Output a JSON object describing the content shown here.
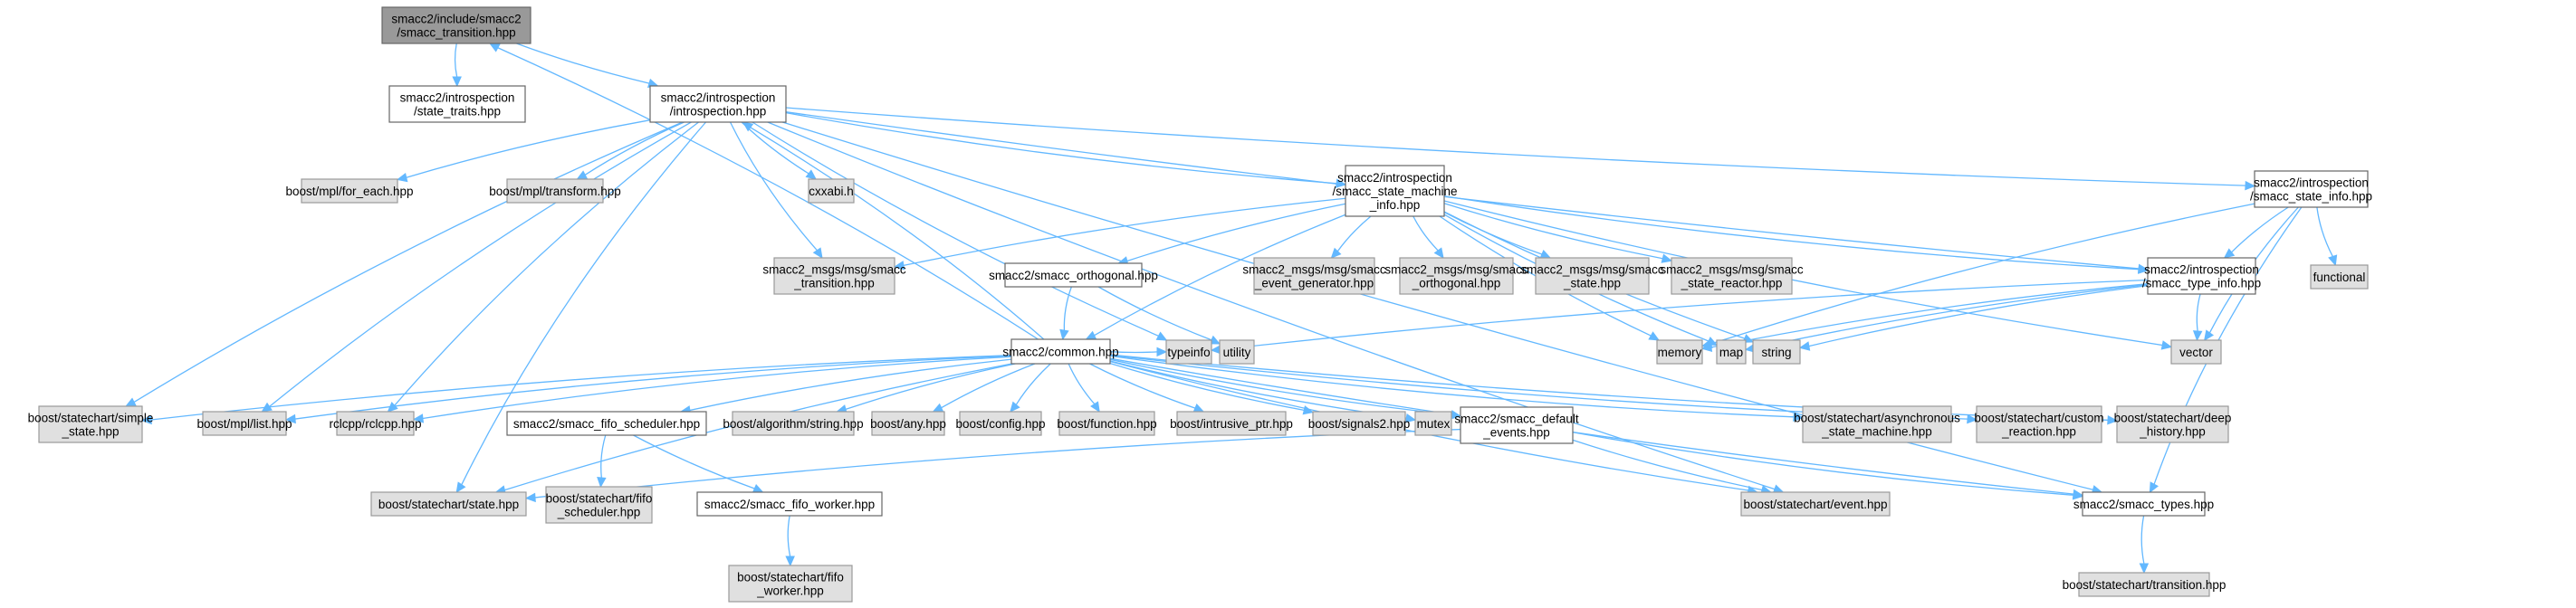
{
  "graph": {
    "title": "smacc2/include/smacc2/smacc_transition.hpp include dependency graph",
    "colors": {
      "edge": "#63b8ff",
      "root_fill": "#999999",
      "local_fill": "#ffffff",
      "external_fill": "#e0e0e0"
    },
    "nodes": [
      {
        "id": "root",
        "kind": "root",
        "lines": [
          "smacc2/include/smacc2",
          "/smacc_transition.hpp"
        ]
      },
      {
        "id": "state_traits",
        "kind": "local",
        "lines": [
          "smacc2/introspection",
          "/state_traits.hpp"
        ]
      },
      {
        "id": "introspection",
        "kind": "local",
        "lines": [
          "smacc2/introspection",
          "/introspection.hpp"
        ]
      },
      {
        "id": "for_each",
        "kind": "ext",
        "lines": [
          "boost/mpl/for_each.hpp"
        ]
      },
      {
        "id": "transform",
        "kind": "ext",
        "lines": [
          "boost/mpl/transform.hpp"
        ]
      },
      {
        "id": "cxxabi",
        "kind": "ext",
        "lines": [
          "cxxabi.h"
        ]
      },
      {
        "id": "sm_info",
        "kind": "local",
        "lines": [
          "smacc2/introspection",
          "/smacc_state_machine",
          "_info.hpp"
        ]
      },
      {
        "id": "state_info",
        "kind": "local",
        "lines": [
          "smacc2/introspection",
          "/smacc_state_info.hpp"
        ]
      },
      {
        "id": "msg_transition",
        "kind": "ext",
        "lines": [
          "smacc2_msgs/msg/smacc",
          "_transition.hpp"
        ]
      },
      {
        "id": "orthogonal",
        "kind": "local",
        "lines": [
          "smacc2/smacc_orthogonal.hpp"
        ]
      },
      {
        "id": "msg_event_gen",
        "kind": "ext",
        "lines": [
          "smacc2_msgs/msg/smacc",
          "_event_generator.hpp"
        ]
      },
      {
        "id": "msg_orthogonal",
        "kind": "ext",
        "lines": [
          "smacc2_msgs/msg/smacc",
          "_orthogonal.hpp"
        ]
      },
      {
        "id": "msg_state",
        "kind": "ext",
        "lines": [
          "smacc2_msgs/msg/smacc",
          "_state.hpp"
        ]
      },
      {
        "id": "msg_state_reactor",
        "kind": "ext",
        "lines": [
          "smacc2_msgs/msg/smacc",
          "_state_reactor.hpp"
        ]
      },
      {
        "id": "type_info",
        "kind": "local",
        "lines": [
          "smacc2/introspection",
          "/smacc_type_info.hpp"
        ]
      },
      {
        "id": "functional",
        "kind": "ext",
        "lines": [
          "functional"
        ]
      },
      {
        "id": "common",
        "kind": "local",
        "lines": [
          "smacc2/common.hpp"
        ]
      },
      {
        "id": "typeinfo",
        "kind": "ext",
        "lines": [
          "typeinfo"
        ]
      },
      {
        "id": "utility",
        "kind": "ext",
        "lines": [
          "utility"
        ]
      },
      {
        "id": "memory",
        "kind": "ext",
        "lines": [
          "memory"
        ]
      },
      {
        "id": "map",
        "kind": "ext",
        "lines": [
          "map"
        ]
      },
      {
        "id": "string",
        "kind": "ext",
        "lines": [
          "string"
        ]
      },
      {
        "id": "vector",
        "kind": "ext",
        "lines": [
          "vector"
        ]
      },
      {
        "id": "simple_state",
        "kind": "ext",
        "lines": [
          "boost/statechart/simple",
          "_state.hpp"
        ]
      },
      {
        "id": "mpl_list",
        "kind": "ext",
        "lines": [
          "boost/mpl/list.hpp"
        ]
      },
      {
        "id": "rclcpp",
        "kind": "ext",
        "lines": [
          "rclcpp/rclcpp.hpp"
        ]
      },
      {
        "id": "fifo_scheduler",
        "kind": "local",
        "lines": [
          "smacc2/smacc_fifo_scheduler.hpp"
        ]
      },
      {
        "id": "algo_string",
        "kind": "ext",
        "lines": [
          "boost/algorithm/string.hpp"
        ]
      },
      {
        "id": "any",
        "kind": "ext",
        "lines": [
          "boost/any.hpp"
        ]
      },
      {
        "id": "config",
        "kind": "ext",
        "lines": [
          "boost/config.hpp"
        ]
      },
      {
        "id": "function",
        "kind": "ext",
        "lines": [
          "boost/function.hpp"
        ]
      },
      {
        "id": "intrusive_ptr",
        "kind": "ext",
        "lines": [
          "boost/intrusive_ptr.hpp"
        ]
      },
      {
        "id": "signals2",
        "kind": "ext",
        "lines": [
          "boost/signals2.hpp"
        ]
      },
      {
        "id": "mutex",
        "kind": "ext",
        "lines": [
          "mutex"
        ]
      },
      {
        "id": "default_events",
        "kind": "local",
        "lines": [
          "smacc2/smacc_default",
          "_events.hpp"
        ]
      },
      {
        "id": "async_sm",
        "kind": "ext",
        "lines": [
          "boost/statechart/asynchronous",
          "_state_machine.hpp"
        ]
      },
      {
        "id": "custom_reaction",
        "kind": "ext",
        "lines": [
          "boost/statechart/custom",
          "_reaction.hpp"
        ]
      },
      {
        "id": "deep_history",
        "kind": "ext",
        "lines": [
          "boost/statechart/deep",
          "_history.hpp"
        ]
      },
      {
        "id": "sc_state",
        "kind": "ext",
        "lines": [
          "boost/statechart/state.hpp"
        ]
      },
      {
        "id": "sc_fifo_scheduler",
        "kind": "ext",
        "lines": [
          "boost/statechart/fifo",
          "_scheduler.hpp"
        ]
      },
      {
        "id": "fifo_worker",
        "kind": "local",
        "lines": [
          "smacc2/smacc_fifo_worker.hpp"
        ]
      },
      {
        "id": "sc_event",
        "kind": "ext",
        "lines": [
          "boost/statechart/event.hpp"
        ]
      },
      {
        "id": "smacc_types",
        "kind": "local",
        "lines": [
          "smacc2/smacc_types.hpp"
        ]
      },
      {
        "id": "sc_fifo_worker",
        "kind": "ext",
        "lines": [
          "boost/statechart/fifo",
          "_worker.hpp"
        ]
      },
      {
        "id": "sc_transition",
        "kind": "ext",
        "lines": [
          "boost/statechart/transition.hpp"
        ]
      }
    ],
    "edges": [
      [
        "root",
        "state_traits"
      ],
      [
        "root",
        "introspection"
      ],
      [
        "introspection",
        "for_each"
      ],
      [
        "introspection",
        "transform"
      ],
      [
        "introspection",
        "cxxabi"
      ],
      [
        "introspection",
        "sm_info"
      ],
      [
        "introspection",
        "state_info"
      ],
      [
        "introspection",
        "msg_transition"
      ],
      [
        "introspection",
        "type_info"
      ],
      [
        "introspection",
        "typeinfo"
      ],
      [
        "introspection",
        "simple_state"
      ],
      [
        "introspection",
        "mpl_list"
      ],
      [
        "introspection",
        "rclcpp"
      ],
      [
        "introspection",
        "sc_state"
      ],
      [
        "introspection",
        "sc_event"
      ],
      [
        "introspection",
        "smacc_types"
      ],
      [
        "sm_info",
        "msg_transition"
      ],
      [
        "sm_info",
        "orthogonal"
      ],
      [
        "sm_info",
        "common"
      ],
      [
        "sm_info",
        "msg_event_gen"
      ],
      [
        "sm_info",
        "msg_orthogonal"
      ],
      [
        "sm_info",
        "msg_state"
      ],
      [
        "sm_info",
        "msg_state_reactor"
      ],
      [
        "sm_info",
        "memory"
      ],
      [
        "sm_info",
        "map"
      ],
      [
        "sm_info",
        "string"
      ],
      [
        "sm_info",
        "vector"
      ],
      [
        "sm_info",
        "type_info"
      ],
      [
        "state_info",
        "type_info"
      ],
      [
        "state_info",
        "functional"
      ],
      [
        "state_info",
        "memory"
      ],
      [
        "state_info",
        "vector"
      ],
      [
        "state_info",
        "smacc_types"
      ],
      [
        "type_info",
        "typeinfo"
      ],
      [
        "type_info",
        "memory"
      ],
      [
        "type_info",
        "map"
      ],
      [
        "type_info",
        "string"
      ],
      [
        "type_info",
        "vector"
      ],
      [
        "orthogonal",
        "common"
      ],
      [
        "orthogonal",
        "utility"
      ],
      [
        "common",
        "root"
      ],
      [
        "common",
        "introspection"
      ],
      [
        "common",
        "typeinfo"
      ],
      [
        "common",
        "simple_state"
      ],
      [
        "common",
        "mpl_list"
      ],
      [
        "common",
        "rclcpp"
      ],
      [
        "common",
        "fifo_scheduler"
      ],
      [
        "common",
        "algo_string"
      ],
      [
        "common",
        "any"
      ],
      [
        "common",
        "config"
      ],
      [
        "common",
        "function"
      ],
      [
        "common",
        "intrusive_ptr"
      ],
      [
        "common",
        "signals2"
      ],
      [
        "common",
        "mutex"
      ],
      [
        "common",
        "default_events"
      ],
      [
        "common",
        "async_sm"
      ],
      [
        "common",
        "custom_reaction"
      ],
      [
        "common",
        "deep_history"
      ],
      [
        "common",
        "sc_state"
      ],
      [
        "common",
        "sc_event"
      ],
      [
        "common",
        "smacc_types"
      ],
      [
        "fifo_scheduler",
        "sc_fifo_scheduler"
      ],
      [
        "fifo_scheduler",
        "fifo_worker"
      ],
      [
        "fifo_worker",
        "sc_fifo_worker"
      ],
      [
        "default_events",
        "sc_state"
      ],
      [
        "default_events",
        "sc_event"
      ],
      [
        "default_events",
        "smacc_types"
      ],
      [
        "smacc_types",
        "sc_transition"
      ]
    ]
  }
}
